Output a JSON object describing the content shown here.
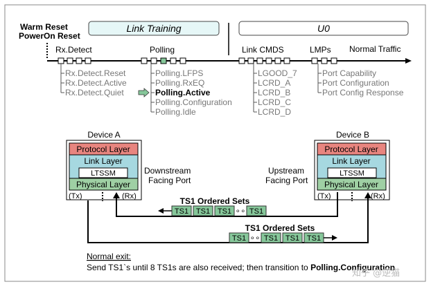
{
  "top": {
    "reset_line1": "Warm Reset",
    "reset_line2": "PowerOn Reset",
    "link_training": "Link Training",
    "u0": "U0"
  },
  "states": {
    "rx_detect": "Rx.Detect",
    "polling": "Polling",
    "link_cmds": "Link CMDS",
    "lmps": "LMPs",
    "normal_traffic": "Normal Traffic"
  },
  "rx_detect_sub": [
    "Rx.Detect.Reset",
    "Rx.Detect.Active",
    "Rx.Detect.Quiet"
  ],
  "polling_sub": [
    "Polling.LFPS",
    "Polling.RxEQ",
    "Polling.Active",
    "Polling.Configuration",
    "Polling.Idle"
  ],
  "link_cmds_sub": [
    "LGOOD_7",
    "LCRD_A",
    "LCRD_B",
    "LCRD_C",
    "LCRD_D"
  ],
  "lmps_sub": [
    "Port Capability",
    "Port Configuration",
    "Port Config Response"
  ],
  "device_a": {
    "title": "Device A",
    "protocol": "Protocol Layer",
    "link": "Link Layer",
    "ltssm": "LTSSM",
    "physical": "Physical Layer",
    "tx": "(Tx)",
    "rx": "(Rx)",
    "port_line1": "Downstream",
    "port_line2": "Facing Port"
  },
  "device_b": {
    "title": "Device B",
    "protocol": "Protocol Layer",
    "link": "Link Layer",
    "ltssm": "LTSSM",
    "physical": "Physical Layer",
    "tx": "(Tx)",
    "rx": "(Rx)",
    "port_line1": "Upstream",
    "port_line2": "Facing Port"
  },
  "ts1": {
    "label_upper": "TS1 Ordered Sets",
    "label_lower": "TS1 Ordered Sets",
    "box": "TS1",
    "dots": "∘∘"
  },
  "exit": {
    "title": "Normal exit:",
    "sentence": "Send TS1`s until 8 TS1s are also received; then transition to ",
    "target": "Polling.Configuration"
  },
  "watermark": "知乎 @逆猫",
  "colors": {
    "protocol": "#e8857f",
    "link": "#a6d8e0",
    "physical": "#9fd0a4",
    "ts1": "#86c79a",
    "header_box": "#e6f7f7"
  }
}
